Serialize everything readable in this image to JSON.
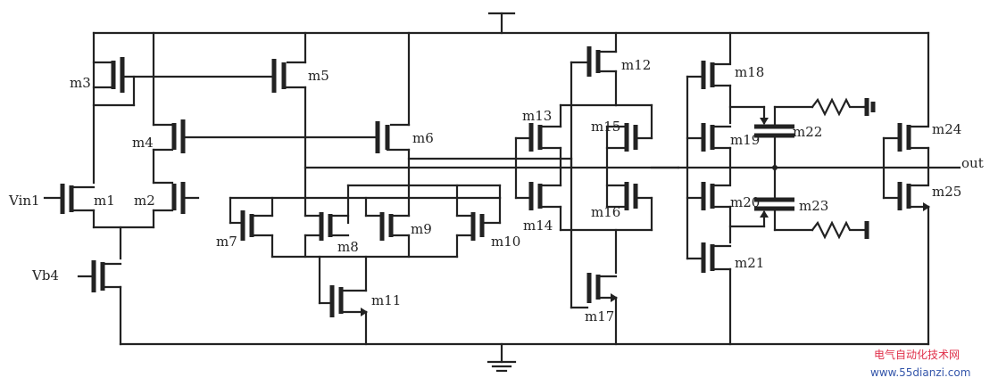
{
  "labels": {
    "m1": "m1",
    "m2": "m2",
    "m3": "m3",
    "m4": "m4",
    "m5": "m5",
    "m6": "m6",
    "m7": "m7",
    "m8": "m8",
    "m9": "m9",
    "m10": "m10",
    "m11": "m11",
    "m12": "m12",
    "m13": "m13",
    "m14": "m14",
    "m15": "m15",
    "m16": "m16",
    "m17": "m17",
    "m18": "m18",
    "m19": "m19",
    "m20": "m20",
    "m21": "m21",
    "m22": "m22",
    "m23": "m23",
    "m24": "m24",
    "m25": "m25",
    "vin1": "Vin1",
    "vb4": "Vb4",
    "out": "out"
  },
  "watermark": {
    "title": "电气自动化技术网",
    "url": "www.55dianzi.com",
    "title_color": "#e0304a",
    "url_color": "#3355aa"
  }
}
